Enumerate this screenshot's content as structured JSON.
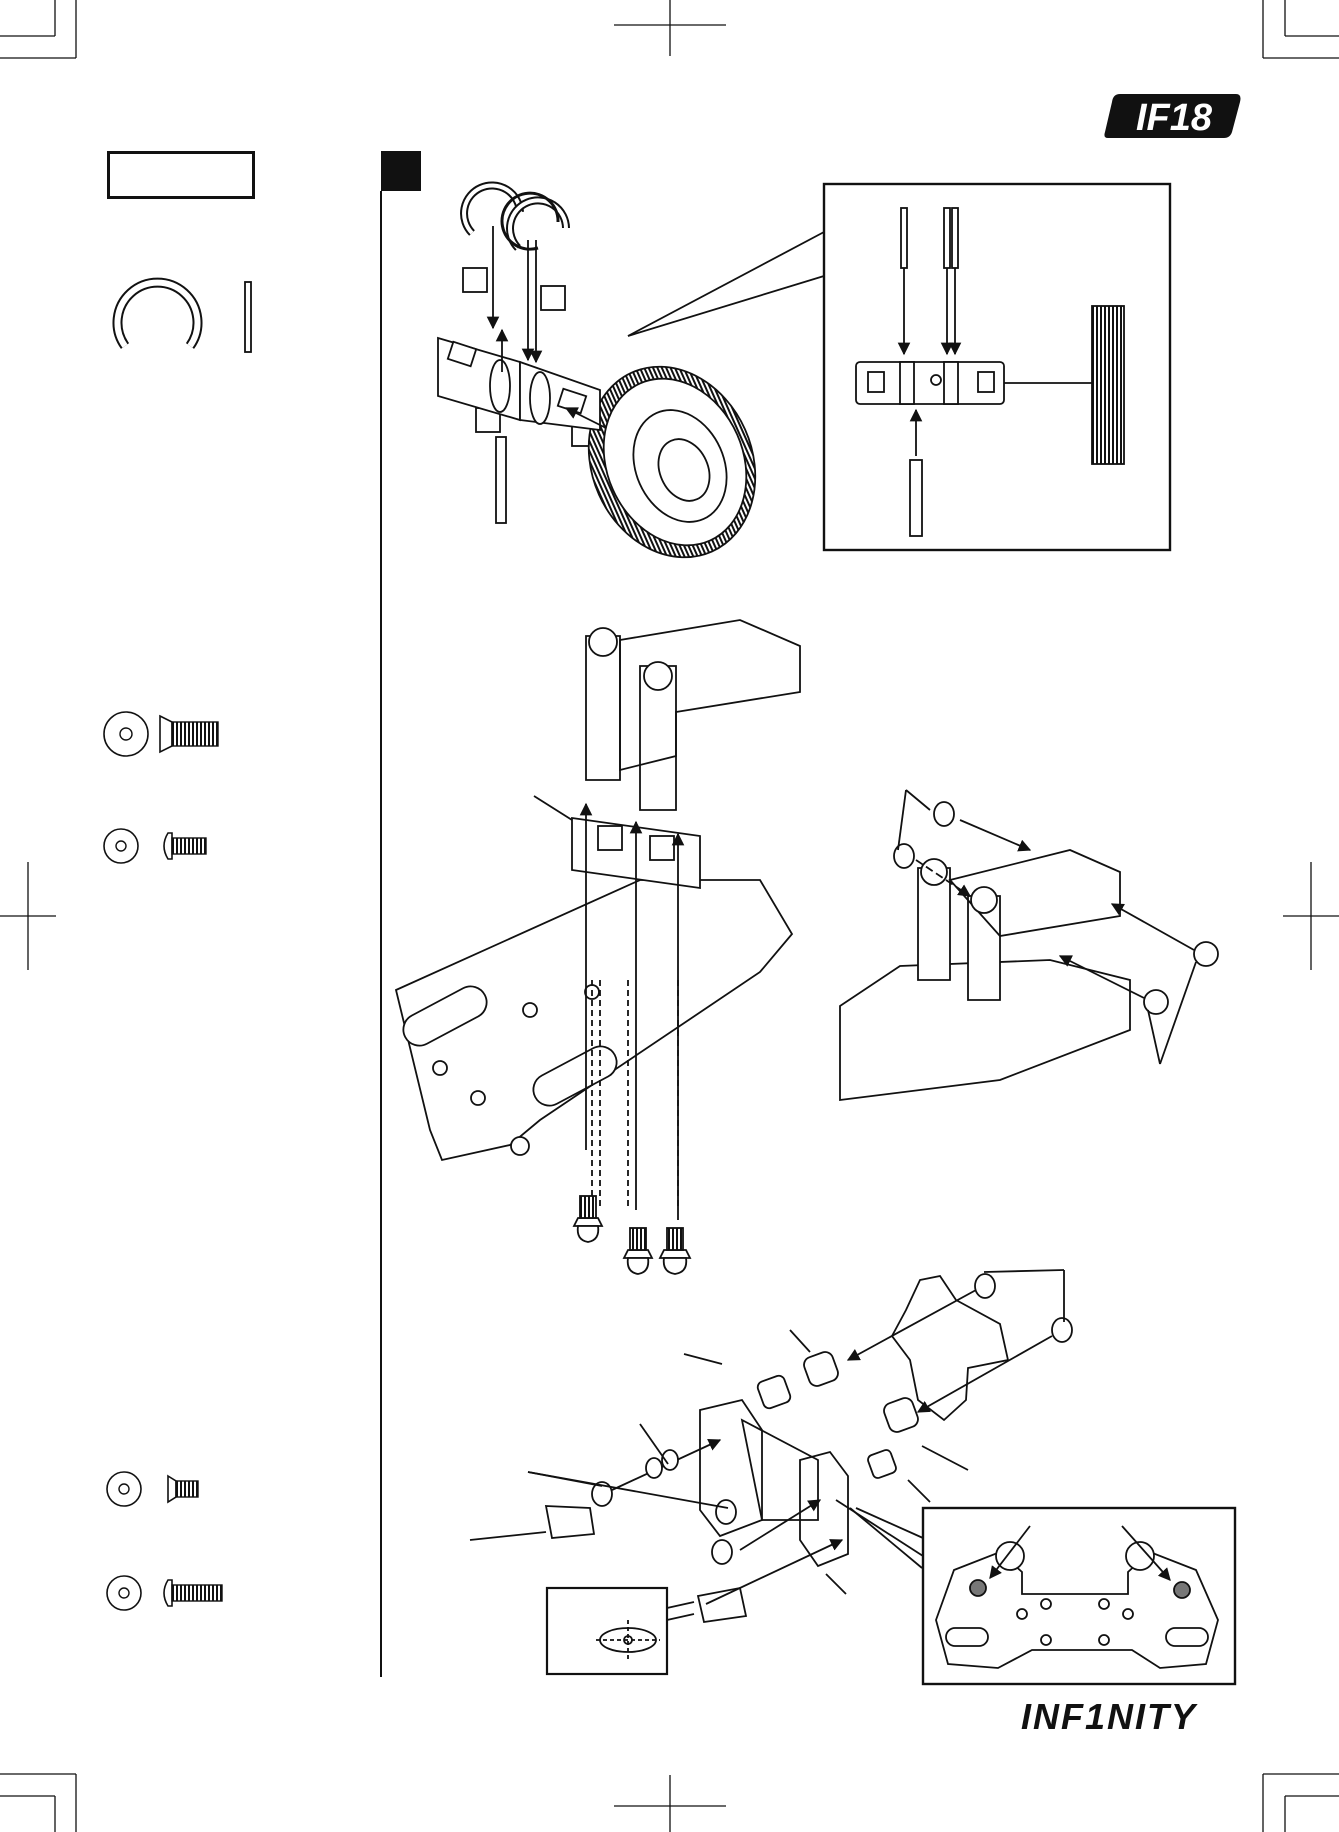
{
  "page": {
    "brand_top": "IF18",
    "brand_bottom": "INF1NITY",
    "step_label": "",
    "step_number": ""
  },
  "parts": [
    {
      "name": "e-clip"
    },
    {
      "name": "pin"
    },
    {
      "name": "countersunk-screw-large"
    },
    {
      "name": "button-screw-small"
    },
    {
      "name": "countersunk-screw-small"
    },
    {
      "name": "button-screw-long"
    }
  ],
  "colors": {
    "ink": "#111111",
    "marker": "#777777"
  }
}
